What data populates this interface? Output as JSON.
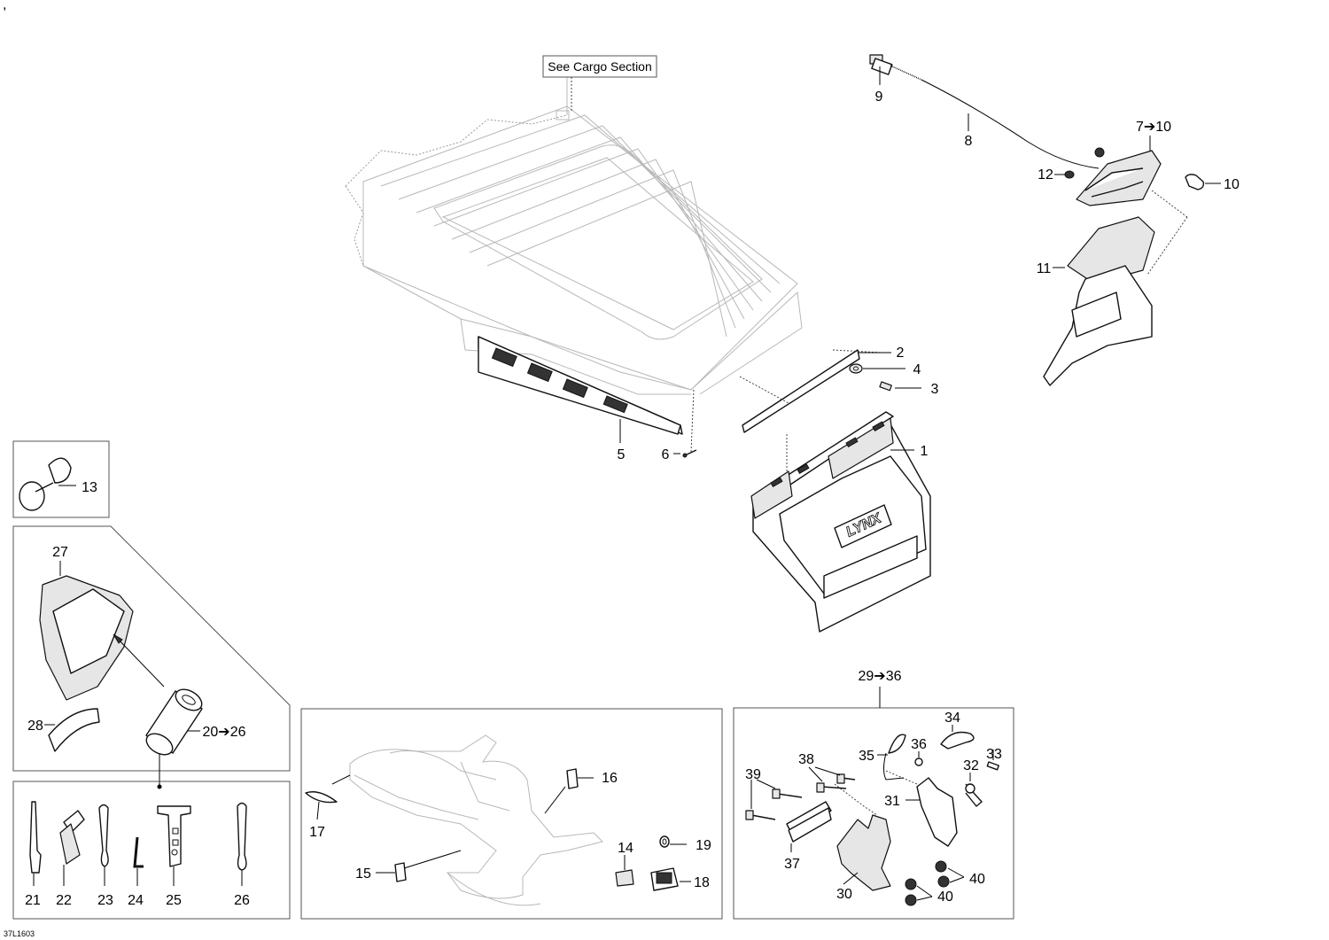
{
  "diagram_code": "37L1603",
  "corner_mark": ",",
  "cargo_note": "See Cargo Section",
  "callouts": {
    "c1": "1",
    "c2": "2",
    "c3": "3",
    "c4": "4",
    "c5": "5",
    "c6": "6",
    "c7_10": "7➔10",
    "c8": "8",
    "c9": "9",
    "c10": "10",
    "c11": "11",
    "c12": "12",
    "c13": "13",
    "c14": "14",
    "c15": "15",
    "c16": "16",
    "c17": "17",
    "c18": "18",
    "c19": "19",
    "c20_26": "20➔26",
    "c21": "21",
    "c22": "22",
    "c23": "23",
    "c24": "24",
    "c25": "25",
    "c26": "26",
    "c27": "27",
    "c28": "28",
    "c29_36": "29➔36",
    "c30": "30",
    "c31": "31",
    "c32": "32",
    "c33": "33",
    "c34": "34",
    "c35": "35",
    "c36": "36",
    "c37": "37",
    "c38": "38",
    "c39": "39",
    "c40a": "40",
    "c40b": "40"
  },
  "flap_logo": "LYNX"
}
